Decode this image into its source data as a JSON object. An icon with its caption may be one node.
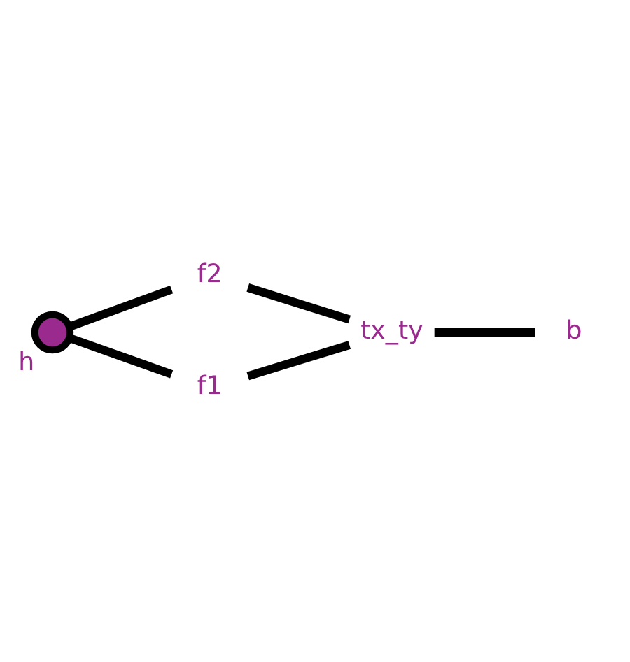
{
  "diagram": {
    "nodes": [
      {
        "text": [],
        "shape": "circle",
        "beside": [
          "h"
        ]
      },
      {
        "text": [
          "f2"
        ]
      },
      {
        "text": [
          "f1"
        ]
      },
      {
        "text": [
          "tx_ty"
        ]
      },
      {
        "text": [
          "b"
        ]
      }
    ],
    "edges": [
      {
        "from": 0,
        "to": 1,
        "arrow": "none"
      },
      {
        "from": 0,
        "to": 2,
        "arrow": "none"
      },
      {
        "from": 1,
        "to": 3,
        "arrow": "none"
      },
      {
        "from": 2,
        "to": 3,
        "arrow": "none"
      },
      {
        "from": 3,
        "to": 4,
        "arrow": "none"
      }
    ]
  }
}
